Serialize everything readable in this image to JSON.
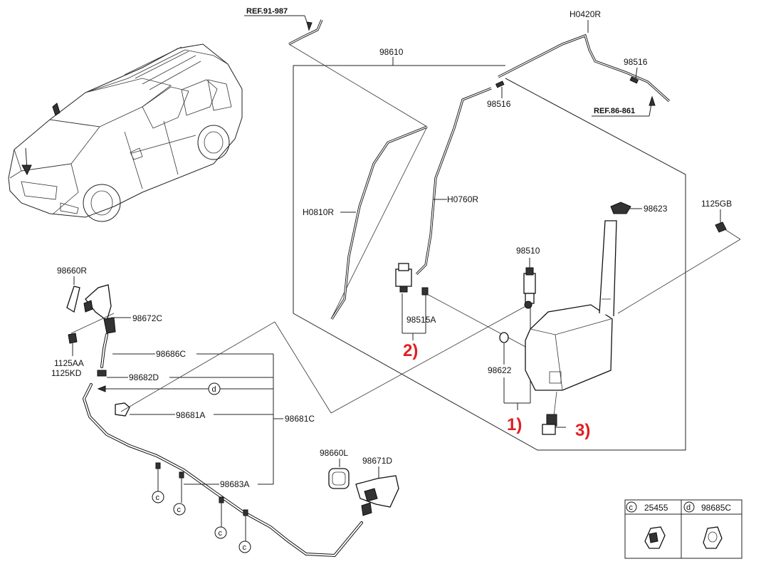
{
  "refs": {
    "top_left": "REF.91-987",
    "right": "REF.86-861"
  },
  "parts": {
    "h0420r": "H0420R",
    "p98610": "98610",
    "p98516_a": "98516",
    "p98516_b": "98516",
    "h0810r": "H0810R",
    "h0760r": "H0760R",
    "p98623": "98623",
    "p1125gb": "1125GB",
    "p98510": "98510",
    "p98515a": "98515A",
    "p98622": "98622",
    "p98660r": "98660R",
    "p98672c": "98672C",
    "p1125aa": "1125AA",
    "p1125kd": "1125KD",
    "p98686c": "98686C",
    "p98682d": "98682D",
    "p98681a": "98681A",
    "p98681c": "98681C",
    "p98683a": "98683A",
    "p98660l": "98660L",
    "p98671d": "98671D"
  },
  "callouts": {
    "c": "c",
    "d": "d"
  },
  "red_markers": {
    "m1": "1)",
    "m2": "2)",
    "m3": "3)"
  },
  "legend": {
    "c_letter": "c",
    "c_part": "25455",
    "d_letter": "d",
    "d_part": "98685C"
  }
}
